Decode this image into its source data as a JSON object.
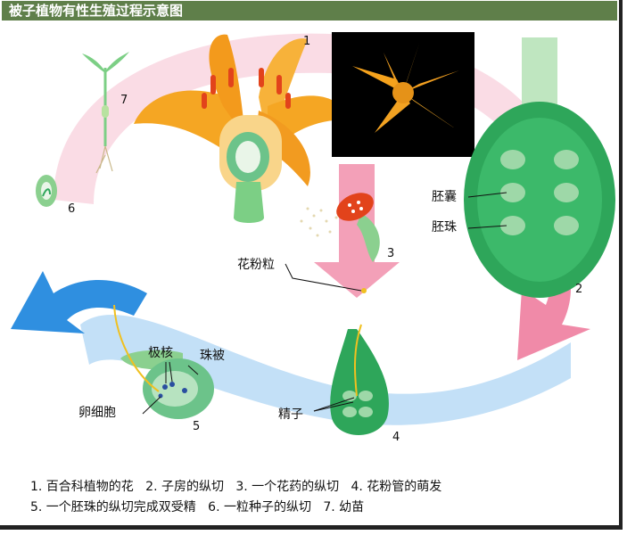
{
  "title": "被子植物有性生殖过程示意图",
  "colors": {
    "titlebar": "#5f7f4a",
    "pink_arrow": "#f3a0b8",
    "blue_arrow": "#2f8fe0",
    "ovary_green": "#2ea65a",
    "petal_orange": "#f5a623",
    "photo_bg": "#000000"
  },
  "labels": {
    "embryo_sac": "胚囊",
    "ovule": "胚珠",
    "pollen": "花粉粒",
    "polar_nuclei": "极核",
    "integument": "珠被",
    "egg_cell": "卵细胞",
    "sperm": "精子"
  },
  "numbers": [
    "1",
    "2",
    "3",
    "4",
    "5",
    "6",
    "7"
  ],
  "legend": {
    "line1": "1. 百合科植物的花   2. 子房的纵切   3. 一个花药的纵切   4. 花粉管的萌发",
    "line2": "5. 一个胚珠的纵切完成双受精   6. 一粒种子的纵切   7. 幼苗"
  },
  "icons": [
    "lily-flower-icon",
    "lily-photo-icon",
    "ovary-section-icon",
    "anther-icon",
    "pollen-tube-icon",
    "ovule-section-icon",
    "seed-icon",
    "seedling-icon"
  ]
}
